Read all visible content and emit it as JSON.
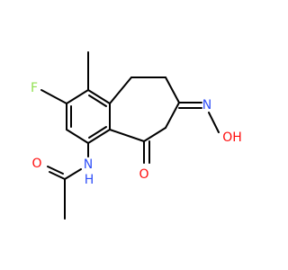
{
  "molecule": {
    "atoms": {
      "fluorine": {
        "symbol": "F",
        "color": "#90e050"
      },
      "amide_nitrogen": {
        "symbol": "N",
        "color": "#3050f8"
      },
      "amide_hydrogen": {
        "symbol": "H",
        "color": "#3050f8"
      },
      "acetyl_oxygen": {
        "symbol": "O",
        "color": "#ff0d0d"
      },
      "ketone_oxygen": {
        "symbol": "O",
        "color": "#ff0d0d"
      },
      "oxime_nitrogen": {
        "symbol": "N",
        "color": "#3050f8"
      },
      "hydroxyl": {
        "symbol": "OH",
        "color": "#ff0d0d"
      }
    }
  }
}
